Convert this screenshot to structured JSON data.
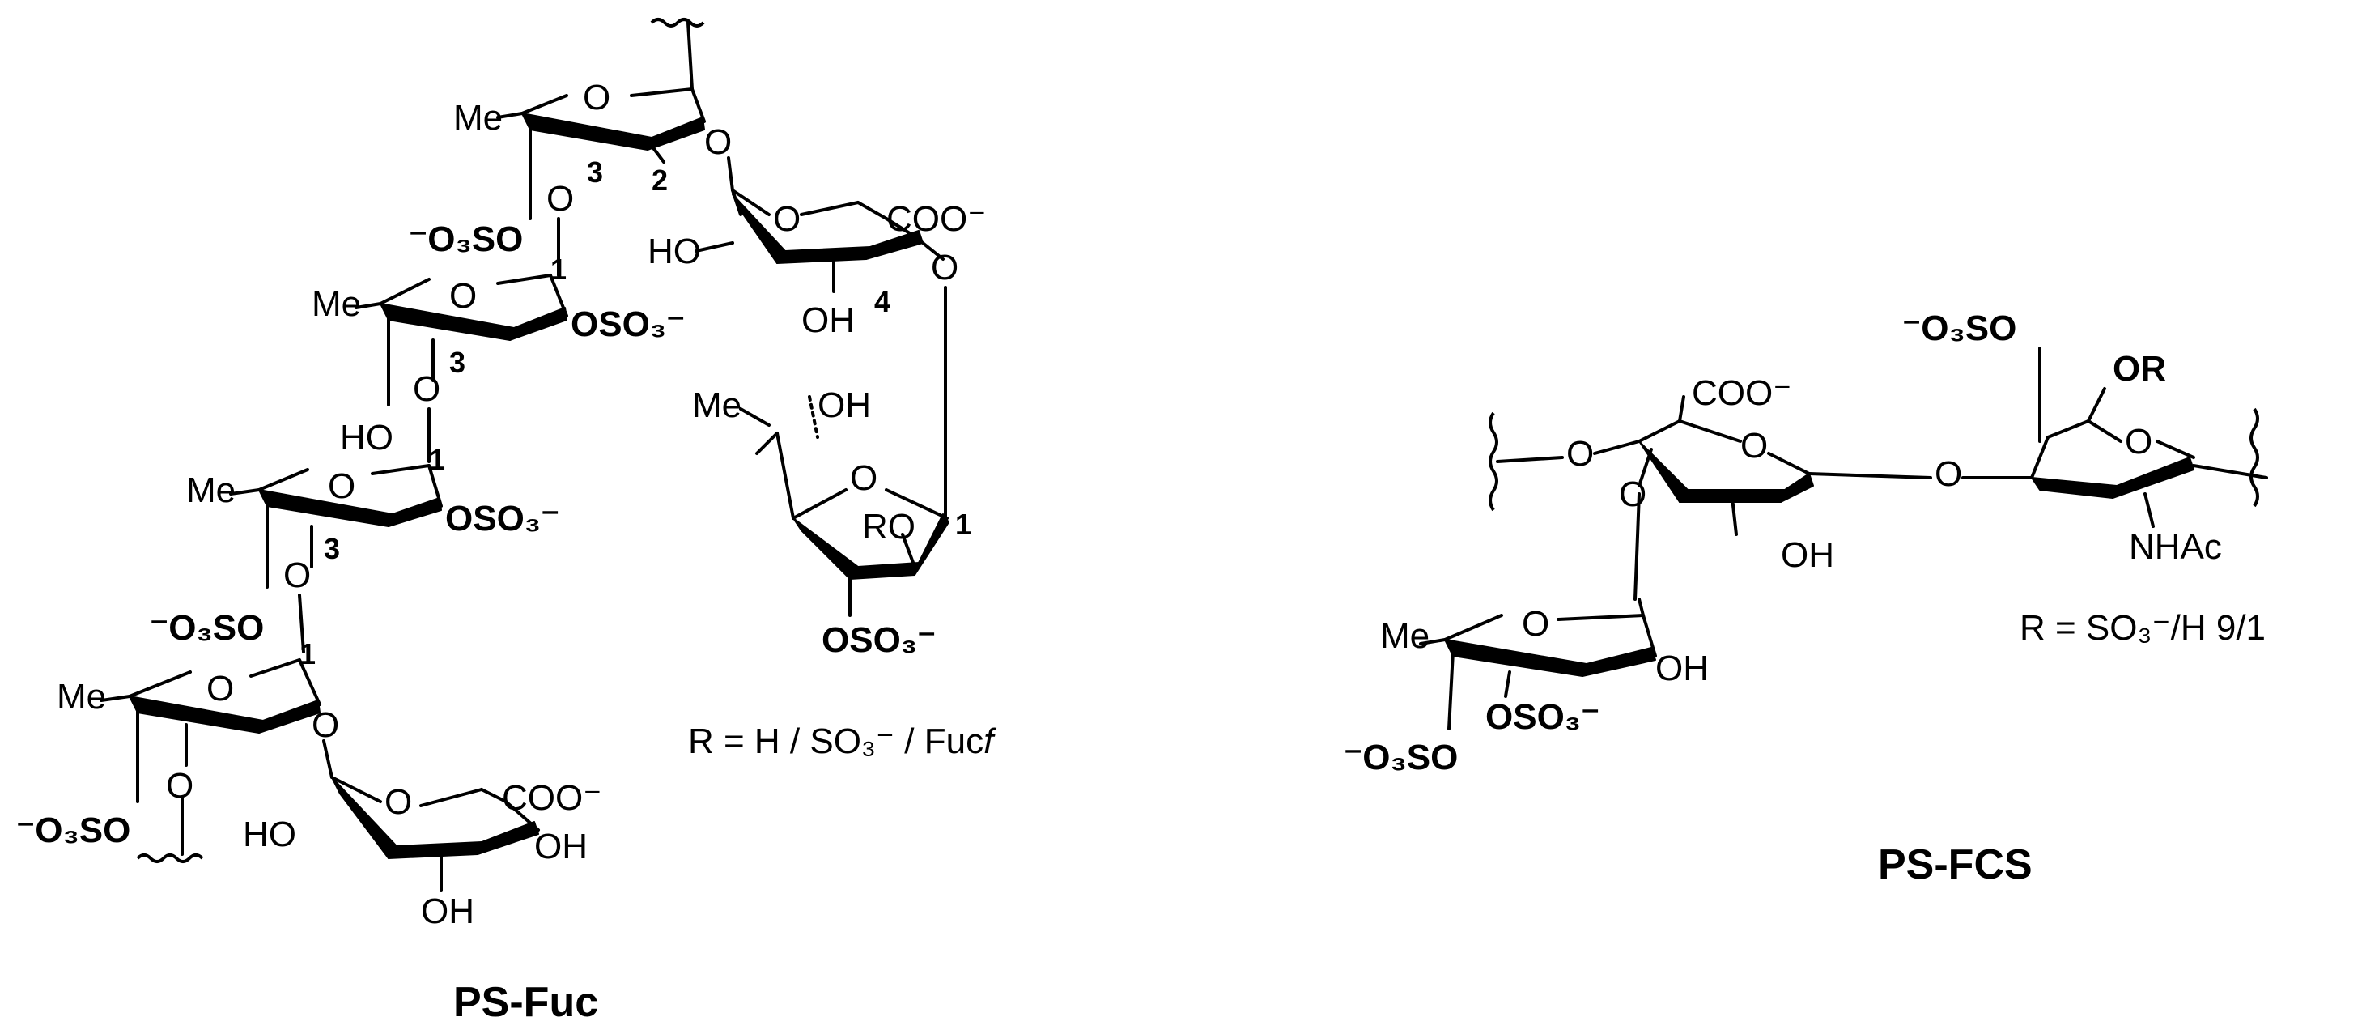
{
  "structures": [
    {
      "caption": "PS-Fuc",
      "r_group_text": "R = H / SO₃⁻ / Fuc",
      "r_group_italic": "f",
      "atoms": {
        "me": "Me",
        "o": "O",
        "oh": "OH",
        "ho": "HO",
        "ro": "RO",
        "coo": "COO⁻",
        "o3so": "⁻O₃SO",
        "oso3": "OSO₃⁻"
      },
      "positions": [
        "1",
        "2",
        "3",
        "4"
      ]
    },
    {
      "caption": "PS-FCS",
      "r_group_text": "R = SO₃⁻/H   9/1",
      "atoms": {
        "me": "Me",
        "o": "O",
        "oh": "OH",
        "or": "OR",
        "nhac": "NHAc",
        "coo": "COO⁻",
        "o3so": "⁻O₃SO",
        "oso3": "OSO₃⁻"
      }
    }
  ]
}
